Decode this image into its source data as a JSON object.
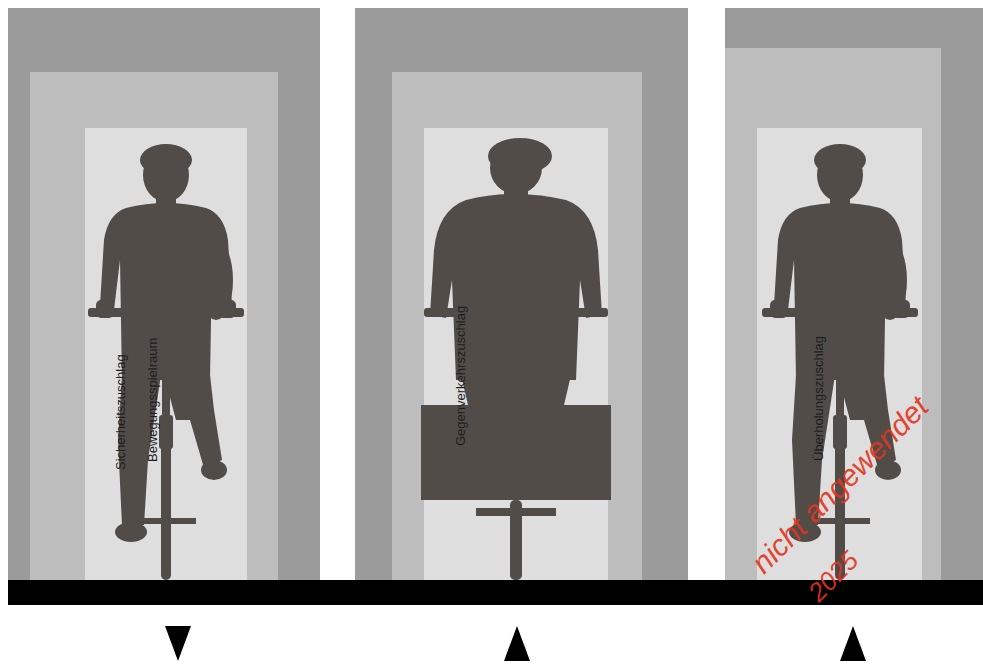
{
  "diagram": {
    "nodes": [
      {
        "text": [
          "Sicherheitszuschlag"
        ]
      },
      {
        "text": [
          "Bewegungsspielraum"
        ],
        "in": 0
      }
    ],
    "labels": [
      "Gegenverkehrszuschlag",
      "Überholungszuschlag",
      "nicht angewendet",
      "2025"
    ]
  }
}
